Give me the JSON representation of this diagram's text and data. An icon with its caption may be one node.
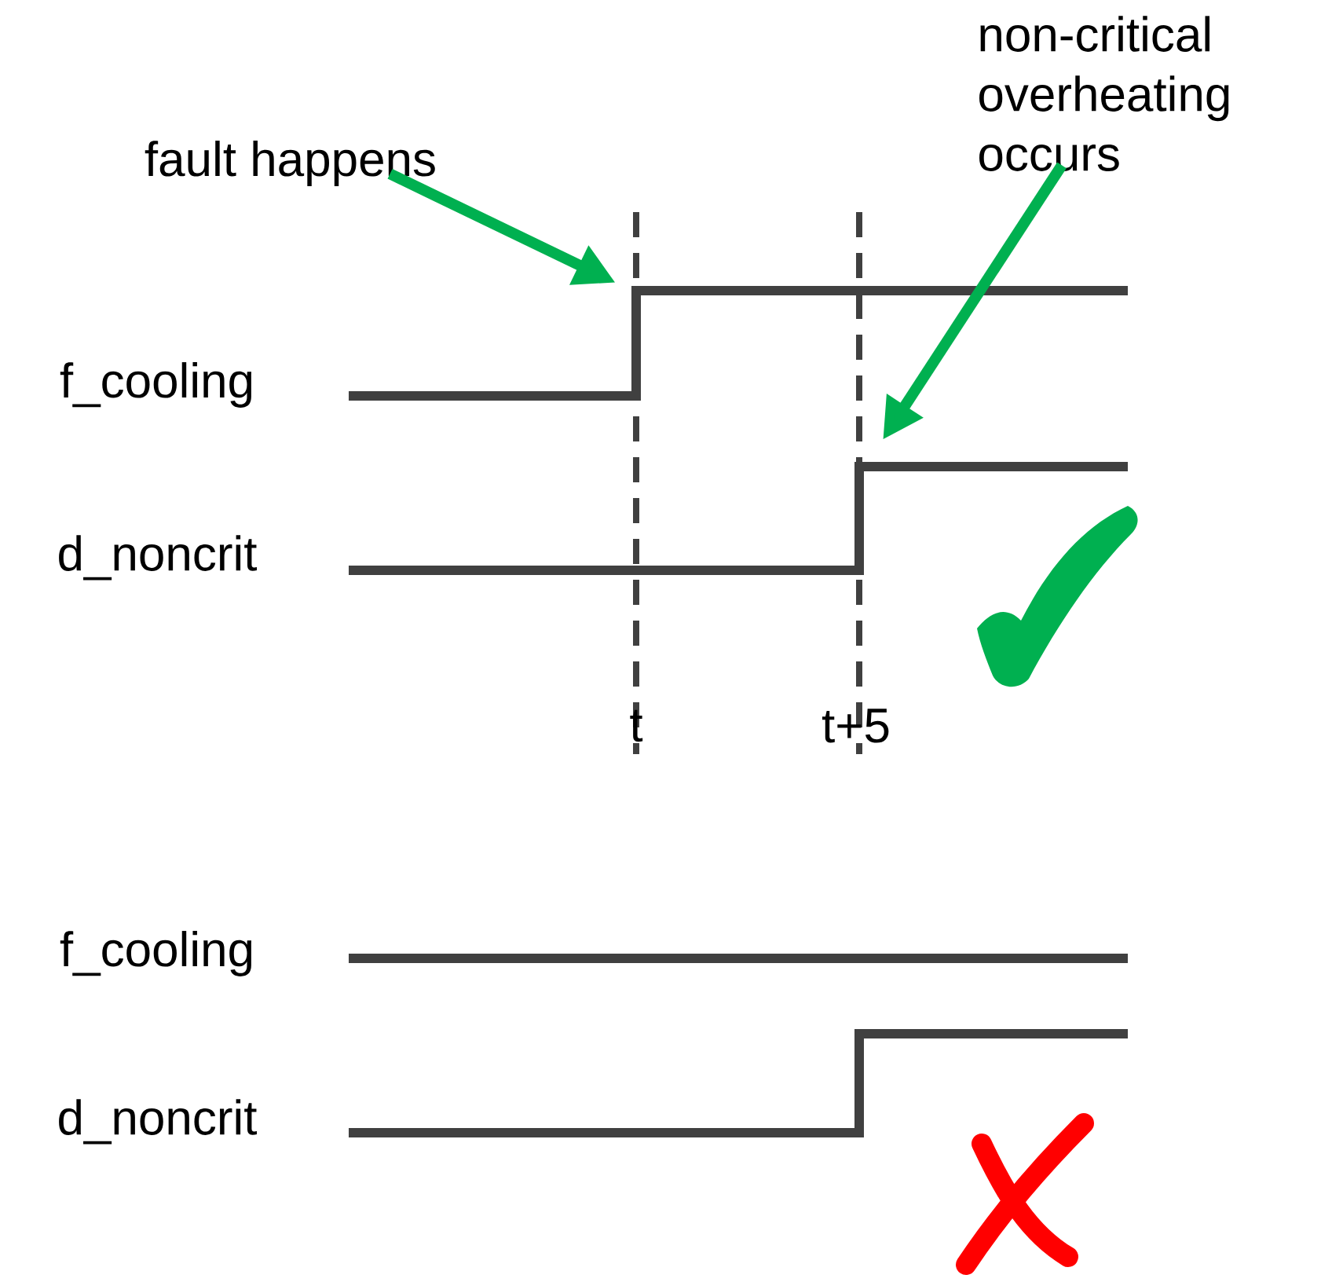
{
  "diagram": {
    "nodes": [
      {
        "text": [
          "fault happens"
        ]
      },
      {
        "text": [
          "non-critical overheating occurs"
        ]
      }
    ],
    "edges": [
      {
        "from": 0,
        "to": null,
        "arrow": "to",
        "color": "#00b050"
      },
      {
        "from": 1,
        "to": null,
        "arrow": "to",
        "color": "#00b050"
      }
    ],
    "labels": [
      "f_cooling",
      "d_noncrit",
      "t",
      "t+5",
      "f_cooling",
      "d_noncrit"
    ]
  }
}
